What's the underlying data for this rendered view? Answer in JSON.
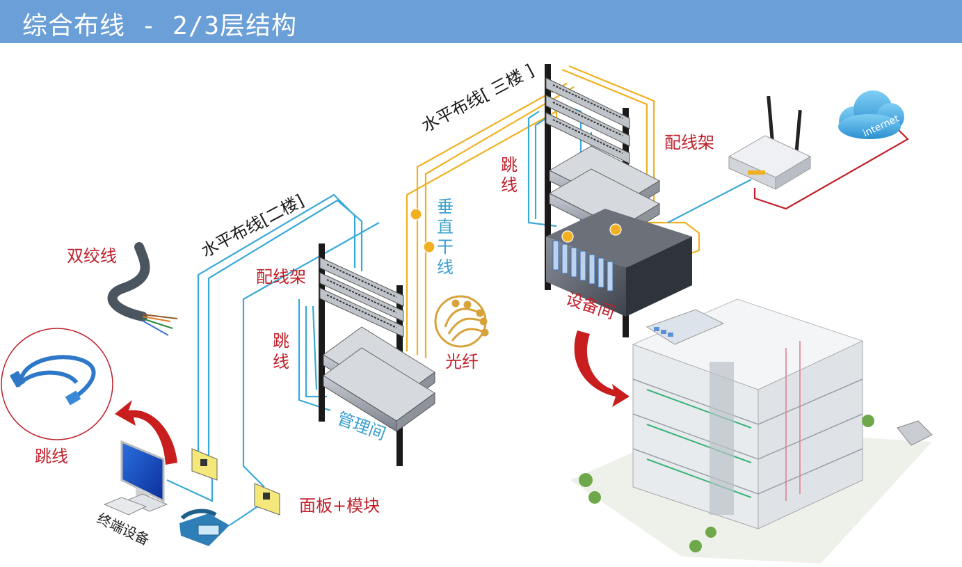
{
  "header": {
    "title": "综合布线 - 2/3层结构"
  },
  "labels": {
    "twisted_pair": "双绞线",
    "patch_cord_left": "跳线",
    "terminal": "终端设备",
    "panel_module": "面板+模块",
    "horizontal_2f": "水平布线[二楼]",
    "horizontal_3f": "水平布线[ 三楼 ]",
    "patch_panel_2f": "配线架",
    "jumper_2f_a": "跳",
    "jumper_2f_b": "线",
    "mgmt_room": "管理间",
    "backbone_1": "垂",
    "backbone_2": "直",
    "backbone_3": "干",
    "backbone_4": "线",
    "fiber": "光纤",
    "jumper_3f_a": "跳",
    "jumper_3f_b": "线",
    "patch_panel_3f": "配线架",
    "equipment_room": "设备间",
    "internet": "internet"
  },
  "colors": {
    "header": "#6a9fd8",
    "red_label": "#c0202a",
    "blue_cable": "#3aa8d8",
    "yellow_cable": "#f0b020",
    "red_cable": "#c0202a",
    "rack": "#1a1a1a",
    "arrow": "#c81e1e"
  }
}
